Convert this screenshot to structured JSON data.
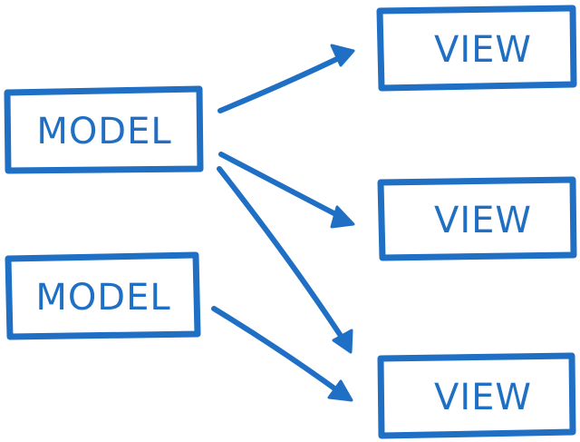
{
  "colors": {
    "accent": "#1f6fc5",
    "background": "#ffffff"
  },
  "nodes": {
    "model_1": "MODEL",
    "model_2": "MODEL",
    "view_1": "VIEW",
    "view_2": "VIEW",
    "view_3": "VIEW"
  },
  "edges": [
    {
      "from": "model_1",
      "to": "view_1"
    },
    {
      "from": "model_1",
      "to": "view_2"
    },
    {
      "from": "model_1",
      "to": "view_3"
    },
    {
      "from": "model_2",
      "to": "view_3"
    }
  ]
}
